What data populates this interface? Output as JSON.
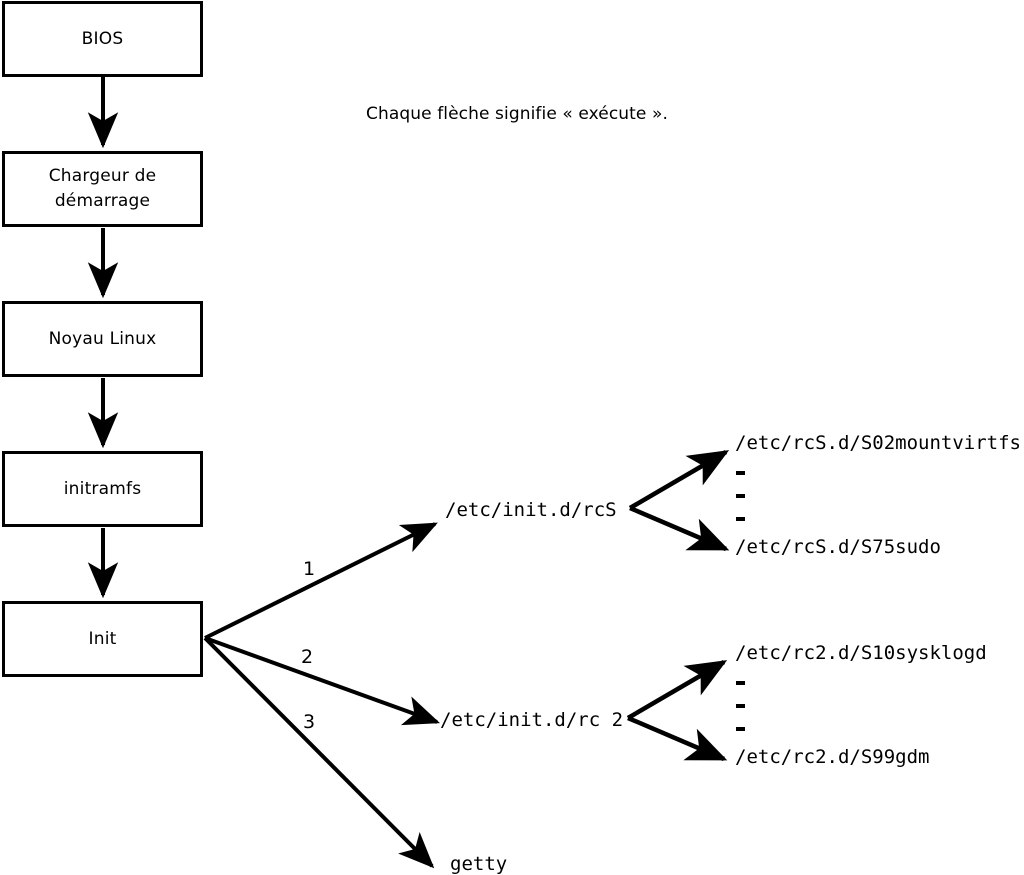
{
  "diagram": {
    "caption": "Chaque flèche signifie « exécute ».",
    "boot_chain": [
      {
        "label": "BIOS"
      },
      {
        "label": "Chargeur de\ndémarrage"
      },
      {
        "label": "Noyau Linux"
      },
      {
        "label": "initramfs"
      },
      {
        "label": "Init"
      }
    ],
    "init_branches": [
      {
        "number": "1",
        "target": "/etc/init.d/rcS"
      },
      {
        "number": "2",
        "target": "/etc/init.d/rc 2"
      },
      {
        "number": "3",
        "target": "getty"
      }
    ],
    "rcs_scripts": {
      "first": "/etc/rcS.d/S02mountvirtfs",
      "last": "/etc/rcS.d/S75sudo",
      "ellipsis": [
        "-",
        "-",
        "-"
      ]
    },
    "rc2_scripts": {
      "first": "/etc/rc2.d/S10sysklogd",
      "last": "/etc/rc2.d/S99gdm",
      "ellipsis": [
        "-",
        "-",
        "-"
      ]
    },
    "colors": {
      "stroke": "#000000",
      "fill": "#ffffff",
      "text": "#000000"
    }
  }
}
